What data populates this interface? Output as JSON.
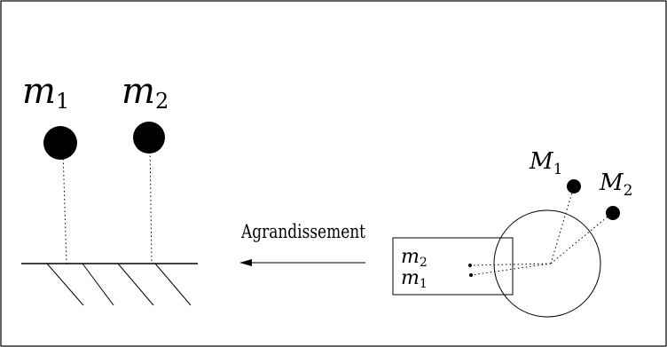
{
  "labels": {
    "m1_base": "m",
    "m1_sub": "1",
    "m2_base": "m",
    "m2_sub": "2",
    "M1_base": "M",
    "M1_sub": "1",
    "M2_base": "M",
    "M2_sub": "2",
    "box_m2_base": "m",
    "box_m2_sub": "2",
    "box_m1_base": "m",
    "box_m1_sub": "1",
    "arrow_caption": "Agrandissement"
  },
  "colors": {
    "ink": "#000000",
    "background": "#ffffff"
  }
}
